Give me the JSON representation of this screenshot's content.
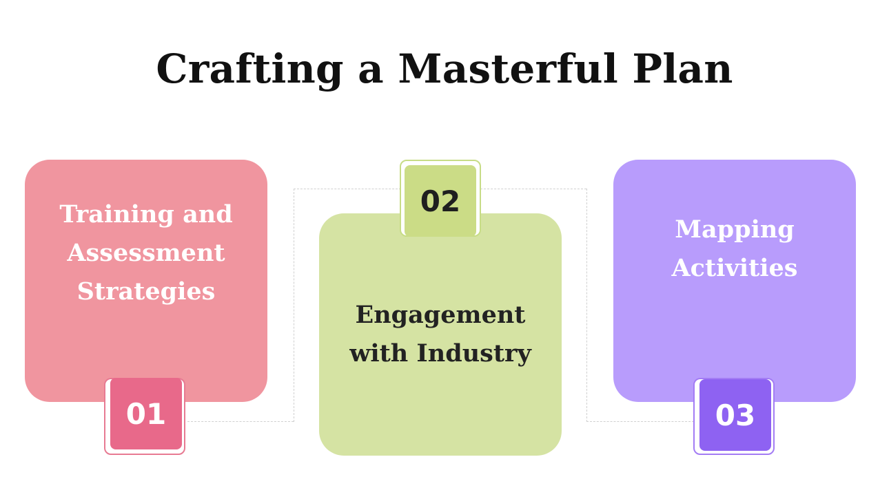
{
  "title": "Crafting a Masterful Plan",
  "steps": [
    {
      "number": "01",
      "label": "Training and Assessment Strategies",
      "color": "#f0959f",
      "badge_color": "#e8698a"
    },
    {
      "number": "02",
      "label": "Engagement with Industry",
      "color": "#d5e3a3",
      "badge_color": "#cbdc86"
    },
    {
      "number": "03",
      "label": "Mapping Activities",
      "color": "#b89cfc",
      "badge_color": "#8e62f2"
    }
  ]
}
